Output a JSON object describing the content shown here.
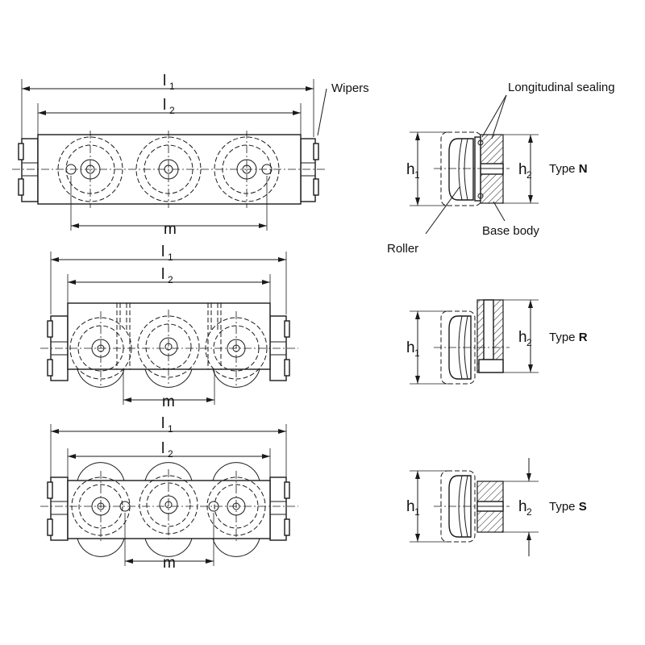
{
  "labels": {
    "wipers": "Wipers",
    "longitudinal_sealing": "Longitudinal sealing",
    "roller": "Roller",
    "base_body": "Base body"
  },
  "dimensions": {
    "l": "l",
    "sub1": "1",
    "sub2": "2",
    "h": "h",
    "m": "m"
  },
  "types": [
    {
      "prefix": "Type ",
      "letter": "N"
    },
    {
      "prefix": "Type ",
      "letter": "R"
    },
    {
      "prefix": "Type ",
      "letter": "S"
    }
  ]
}
